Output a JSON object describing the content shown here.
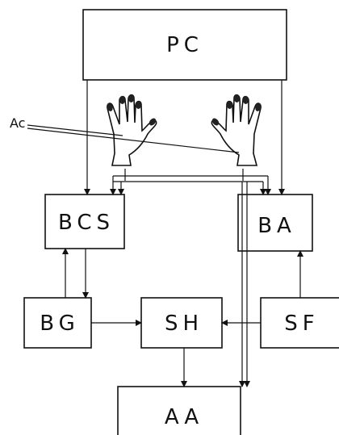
{
  "diagram": {
    "blocks": {
      "pc": "PC",
      "bcs": "BCS",
      "ba": "BA",
      "bg": "BG",
      "sh": "SH",
      "sf": "SF",
      "aa": "AA"
    },
    "hands_label": "Ac",
    "icons": [
      "left-hand-icon",
      "right-hand-icon",
      "arrowhead-icon"
    ],
    "colors": {
      "ink": "#111111",
      "background": "#ffffff"
    }
  }
}
